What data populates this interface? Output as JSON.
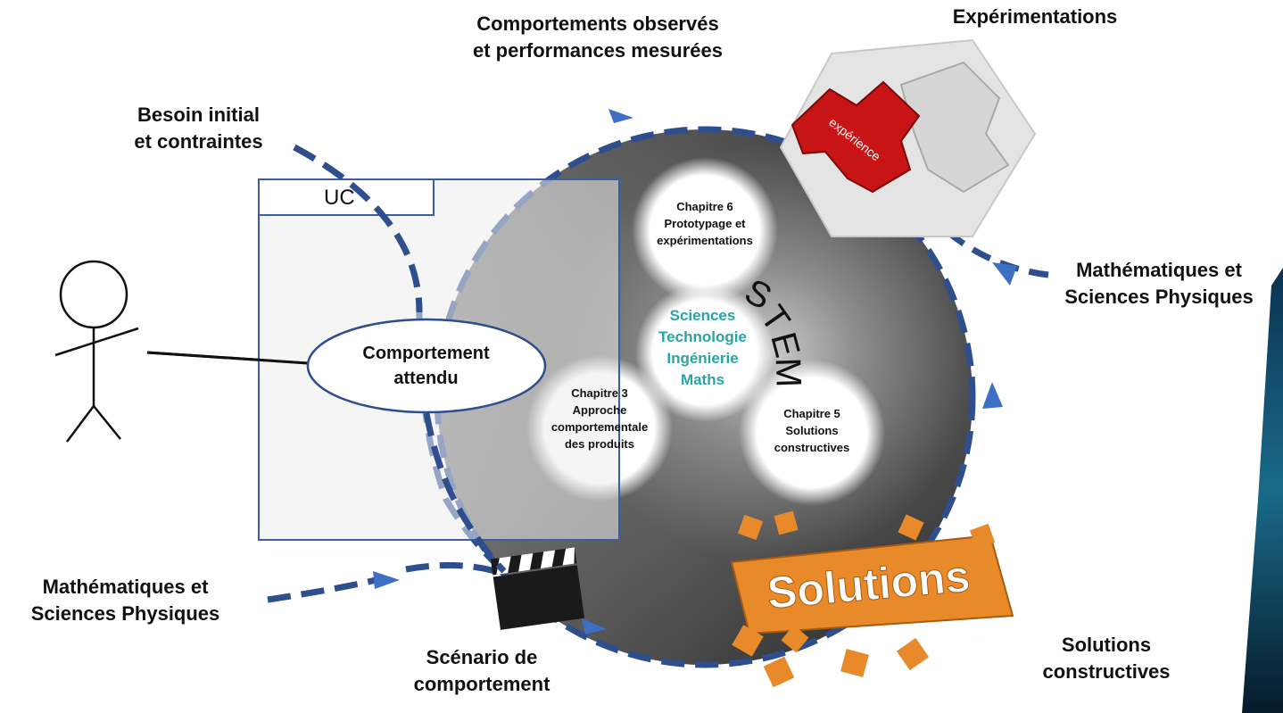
{
  "labels": {
    "comportements": [
      "Comportements observés",
      "et performances mesurées"
    ],
    "experimentations": "Expérimentations",
    "besoin": [
      "Besoin initial",
      "et contraintes"
    ],
    "maths_right": [
      "Mathématiques et",
      "Sciences Physiques"
    ],
    "maths_left": [
      "Mathématiques et",
      "Sciences Physiques"
    ],
    "scenario": [
      "Scénario de",
      "comportement"
    ],
    "solutions": [
      "Solutions",
      "constructives"
    ]
  },
  "uc_label": "UC",
  "actor_behavior": [
    "Comportement",
    "attendu"
  ],
  "chapters": {
    "ch6": [
      "Chapitre 6",
      "Prototypage et",
      "expérimentations"
    ],
    "ch3": [
      "Chapitre 3",
      "Approche",
      "comportementale",
      "des produits"
    ],
    "ch5": [
      "Chapitre 5",
      "Solutions",
      "constructives"
    ]
  },
  "stem_disciplines": [
    "Sciences",
    "Technologie",
    "Ingénierie",
    "Maths"
  ],
  "stem_word": "STEM",
  "puzzle_experience_text": "expérience",
  "puzzle_solutions_text": "Solutions",
  "colors": {
    "arrow": "#2e4e8e",
    "arrowhead": "#3d6fc4",
    "uc_border": "#3a5fa0",
    "stem_text": "#2aa3a6",
    "puzzle_red": "#c81414",
    "puzzle_orange": "#e8892a"
  }
}
